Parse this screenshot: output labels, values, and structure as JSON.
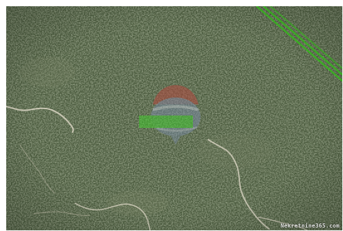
{
  "map": {
    "view": "aerial",
    "terrain": "dense-forest",
    "colors": {
      "forest_base": "#3c4a32",
      "forest_light": "#6f7d5c",
      "forest_dark": "#1f2a1a",
      "trail": "#d8d3c2",
      "boundary_line": "#39c21f",
      "marker_red": "#b1483f",
      "marker_blue": "#7d8fb2",
      "marker_banner": "#3fd12a"
    },
    "overlay_feature": {
      "type": "boundary-line",
      "color": "#39c21f"
    }
  },
  "watermark": {
    "icon": "globe-logo-icon",
    "text": "Nekretnine365.com"
  }
}
